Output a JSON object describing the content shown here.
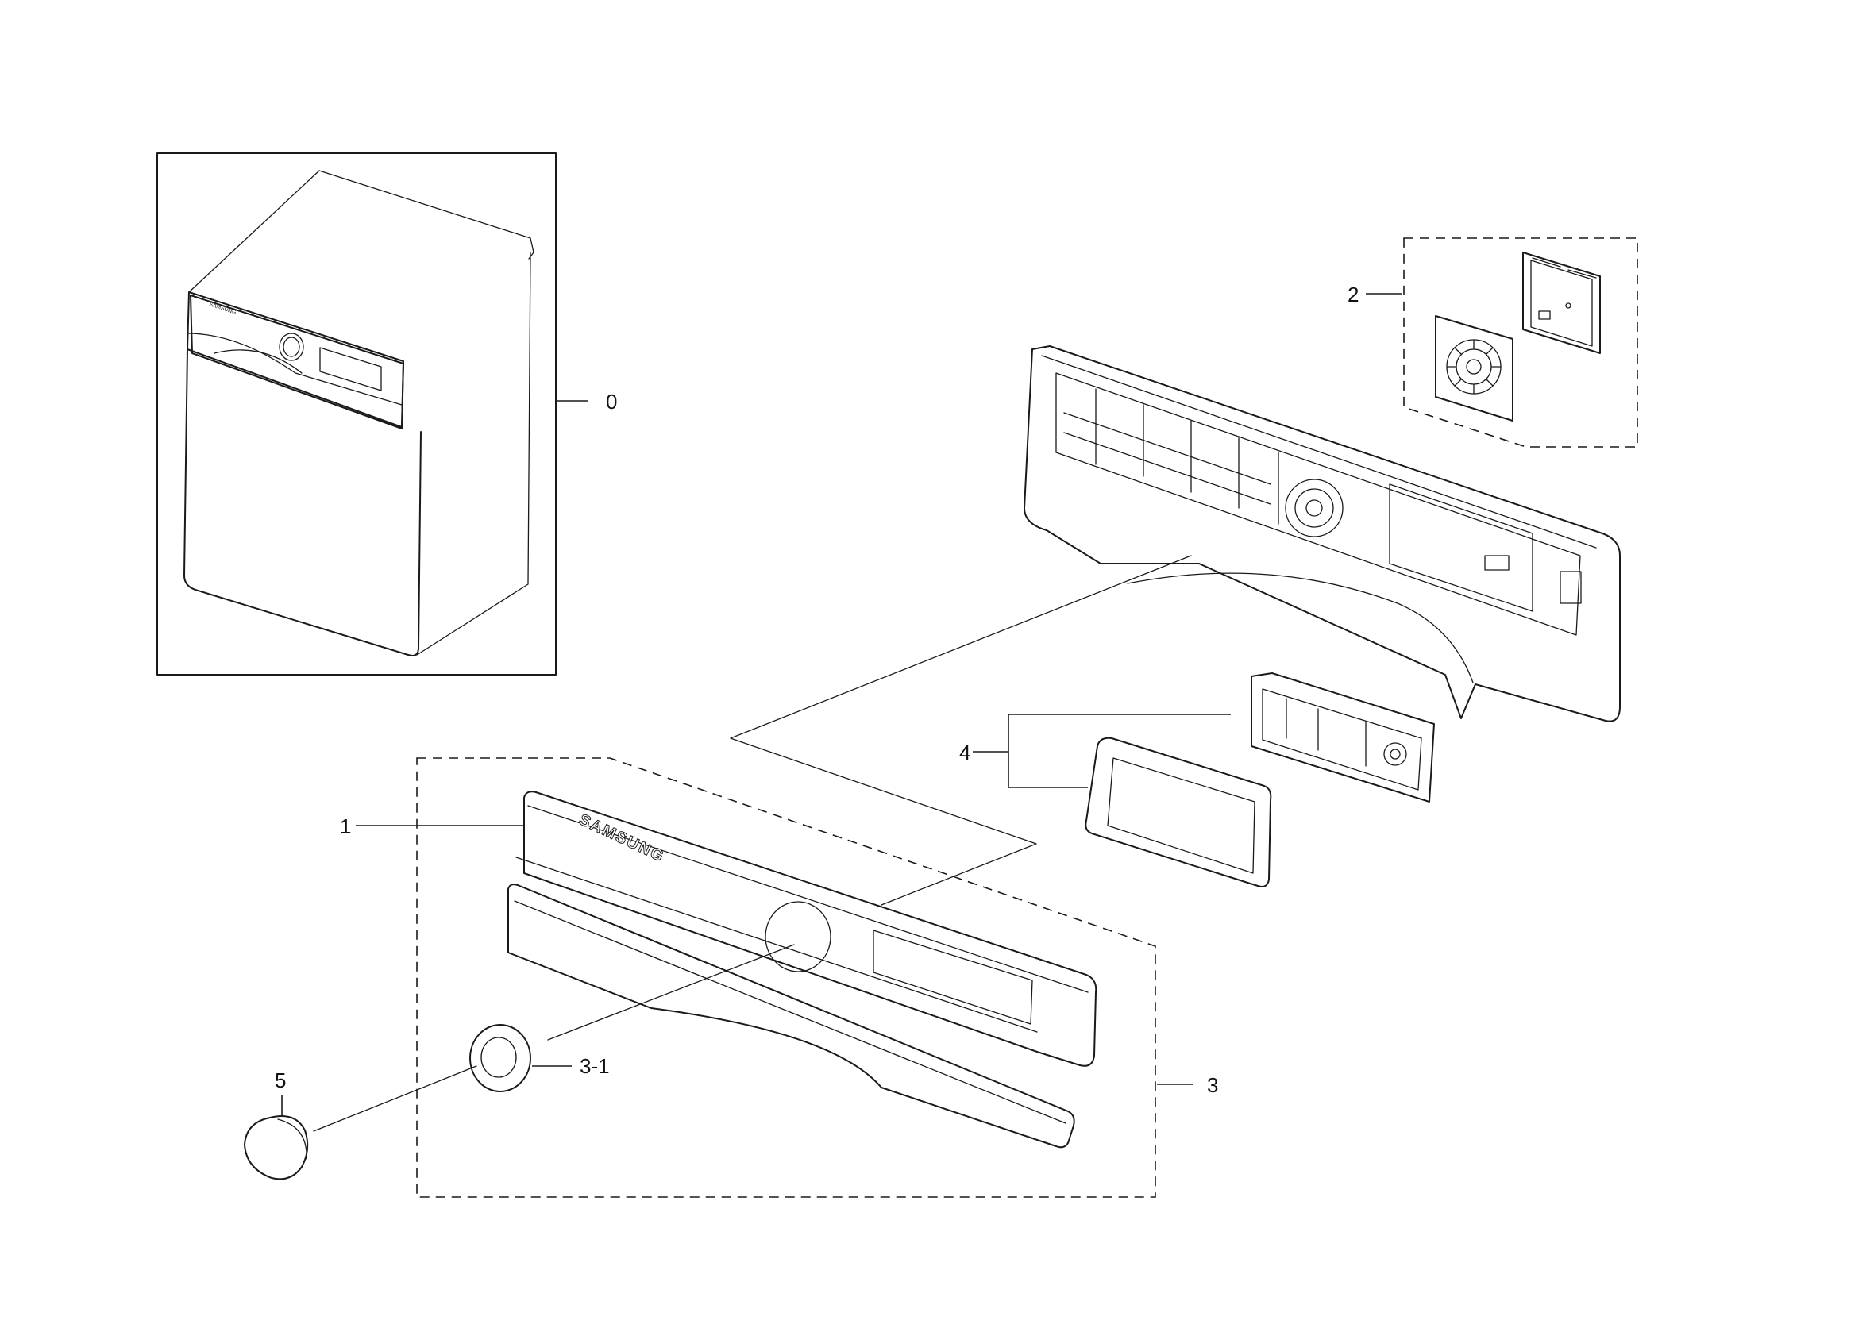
{
  "callouts": {
    "assembly": "0",
    "panel": "1",
    "pcb_assembly": "2",
    "control_assembly": "3",
    "knob_ring": "3-1",
    "display_assembly": "4",
    "knob": "5"
  },
  "brand_text": "SAMSUNG",
  "colors": {
    "ink": "#1a1a1a",
    "background": "#ffffff"
  }
}
